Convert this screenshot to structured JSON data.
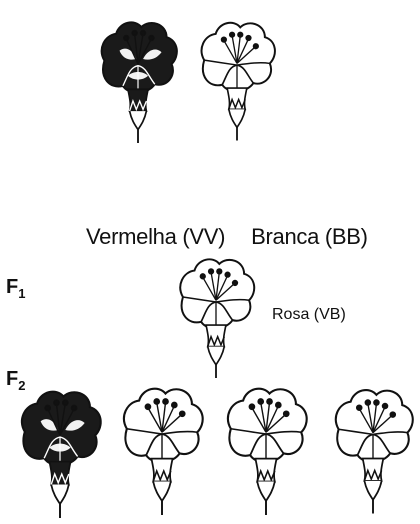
{
  "parents": {
    "red_label": "Vermelha (VV)",
    "white_label": "Branca (BB)"
  },
  "generations": {
    "f1": {
      "letter": "F",
      "index": "1"
    },
    "f2": {
      "letter": "F",
      "index": "2"
    }
  },
  "f1_offspring_label": "Rosa (VB)",
  "colors": {
    "ink": "#111111",
    "red_petal": "#1a1a1a",
    "white_petal": "#ffffff"
  }
}
